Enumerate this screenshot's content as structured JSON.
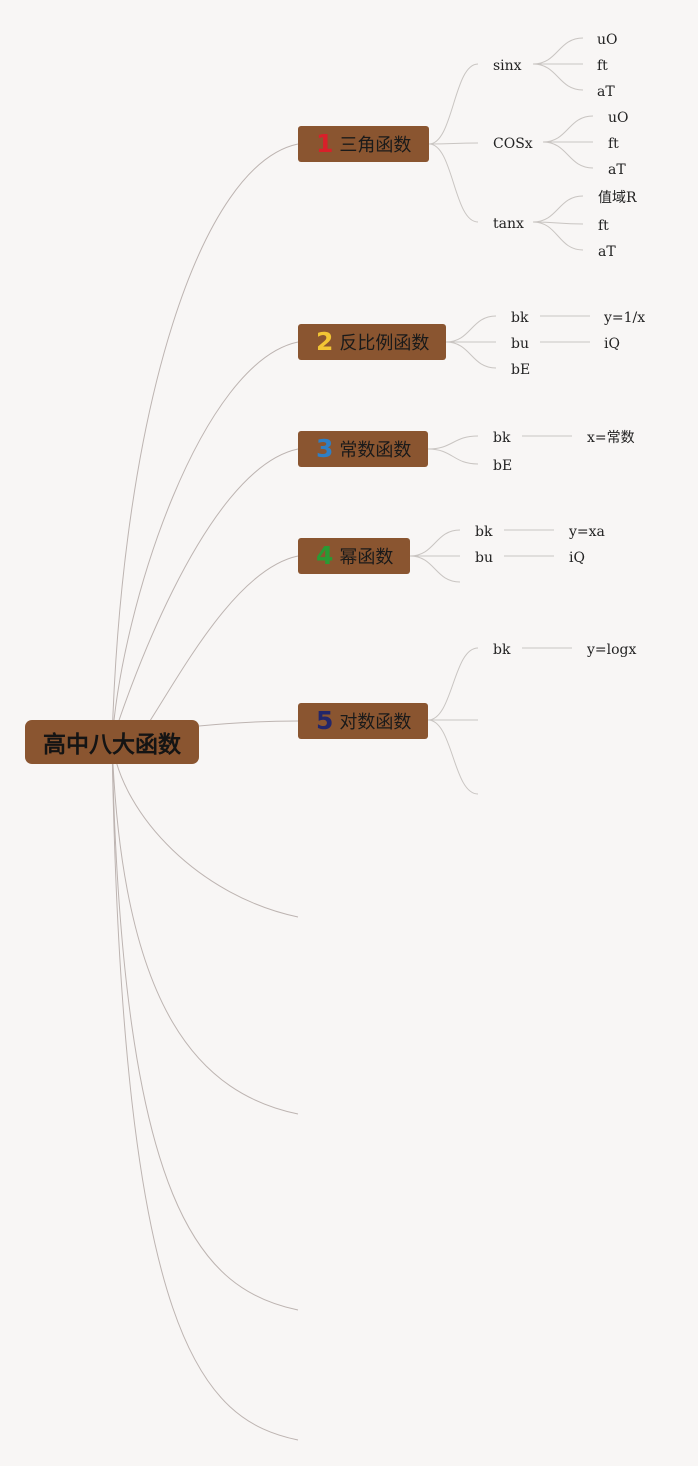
{
  "root": {
    "label": "高中八大函数"
  },
  "branches": [
    {
      "number": "1",
      "label": "三角函数",
      "number_color": "#d8202a",
      "subs": [
        {
          "label": "sinx",
          "leaves": [
            "uO",
            "ft",
            "aT"
          ]
        },
        {
          "label": "COSx",
          "leaves": [
            "uO",
            "ft",
            "aT"
          ]
        },
        {
          "label": "tanx",
          "leaves": [
            "值域R",
            "ft",
            "aT"
          ]
        }
      ]
    },
    {
      "number": "2",
      "label": "反比例函数",
      "number_color": "#f2c534",
      "subs": [
        {
          "label": "bk",
          "value": "y=1/x"
        },
        {
          "label": "bu",
          "value": "iQ"
        },
        {
          "label": "bE"
        }
      ]
    },
    {
      "number": "3",
      "label": "常数函数",
      "number_color": "#2f7fc4",
      "subs": [
        {
          "label": "bk",
          "value": "x=常数"
        },
        {
          "label": "bE"
        }
      ]
    },
    {
      "number": "4",
      "label": "幂函数",
      "number_color": "#2a9a34",
      "subs": [
        {
          "label": "bk",
          "value": "y=xa"
        },
        {
          "label": "bu",
          "value": "iQ"
        }
      ]
    },
    {
      "number": "5",
      "label": "对数函数",
      "number_color": "#23266a",
      "subs": [
        {
          "label": "bk",
          "value": "y=logx"
        }
      ]
    }
  ]
}
